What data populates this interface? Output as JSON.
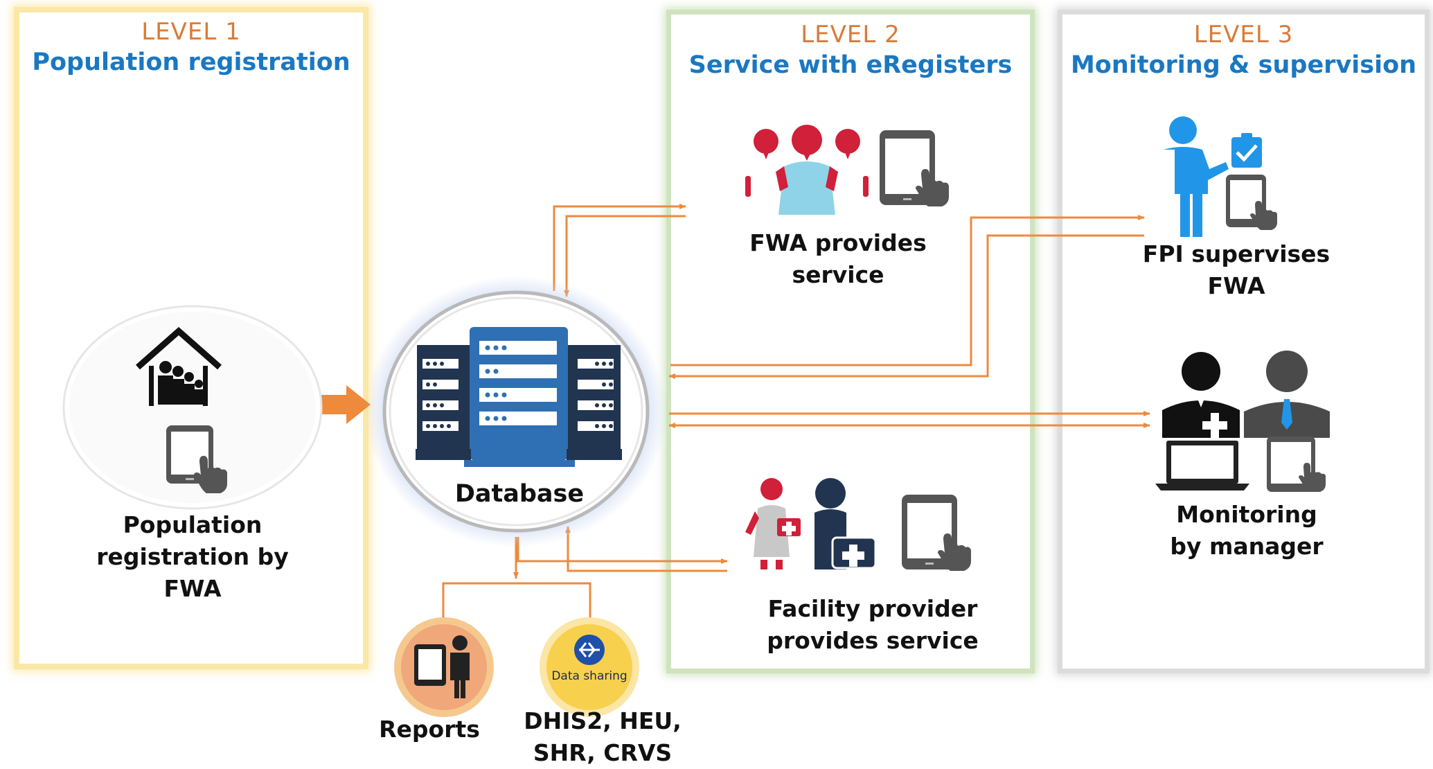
{
  "colors": {
    "level_label": "#d87b3a",
    "level_title": "#1a78c2",
    "arrow": "#ee8a3c",
    "server_blue": "#2f6fb3",
    "server_dark": "#213550",
    "person_red": "#d0203a",
    "person_lightblue": "#8fd3e8",
    "person_blue": "#2196e8"
  },
  "level1": {
    "label": "LEVEL 1",
    "title": "Population registration",
    "caption_lines": [
      "Population",
      "registration by",
      "FWA"
    ],
    "icons": [
      "house-family-icon",
      "tablet-touch-icon"
    ]
  },
  "level2": {
    "label": "LEVEL 2",
    "title": "Service with eRegisters",
    "fwa_caption_lines": [
      "FWA provides",
      "service"
    ],
    "facility_caption_lines": [
      "Facility provider",
      "provides service"
    ]
  },
  "level3": {
    "label": "LEVEL 3",
    "title": "Monitoring & supervision",
    "fpi_caption_lines": [
      "FPI supervises",
      "FWA"
    ],
    "manager_caption_lines": [
      "Monitoring",
      "by manager"
    ]
  },
  "database": {
    "label": "Database"
  },
  "outputs": {
    "reports_label": "Reports",
    "data_sharing_badge": "Data sharing",
    "data_sharing_caption_lines": [
      "DHIS2, HEU,",
      "SHR, CRVS"
    ]
  }
}
